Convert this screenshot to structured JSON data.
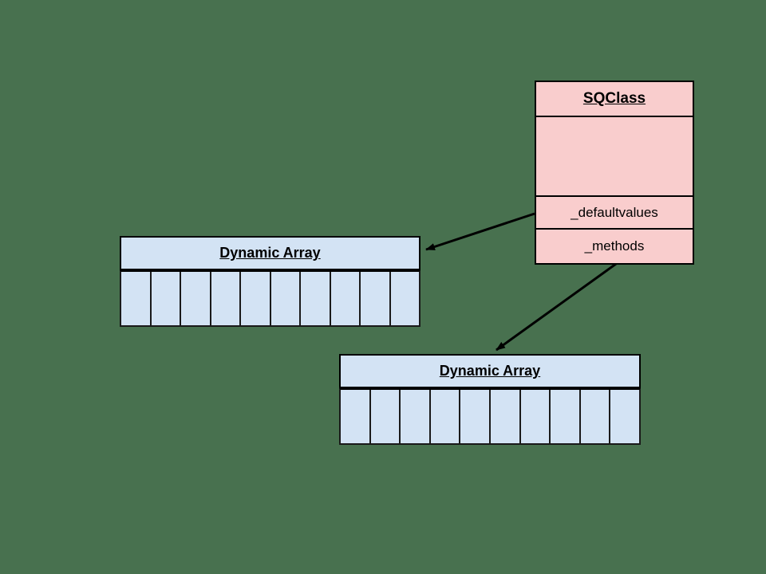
{
  "diagram": {
    "background_color": "#48714F",
    "line_color": "#000000",
    "class_box": {
      "title": "SQClass",
      "fill": "#F9CDCD",
      "border_color": "#000000",
      "rows": [
        "_defaultvalues",
        "_methods"
      ]
    },
    "arrays": [
      {
        "title": "Dynamic Array",
        "fill": "#D3E3F4",
        "border_color": "#000000",
        "cell_count": 10
      },
      {
        "title": "Dynamic Array",
        "fill": "#D3E3F4",
        "border_color": "#000000",
        "cell_count": 10
      }
    ],
    "arrows": [
      {
        "from": "SQClass _defaultvalues row",
        "to": "Dynamic Array 1 header"
      },
      {
        "from": "SQClass _methods row bottom",
        "to": "Dynamic Array 2 header"
      }
    ]
  }
}
